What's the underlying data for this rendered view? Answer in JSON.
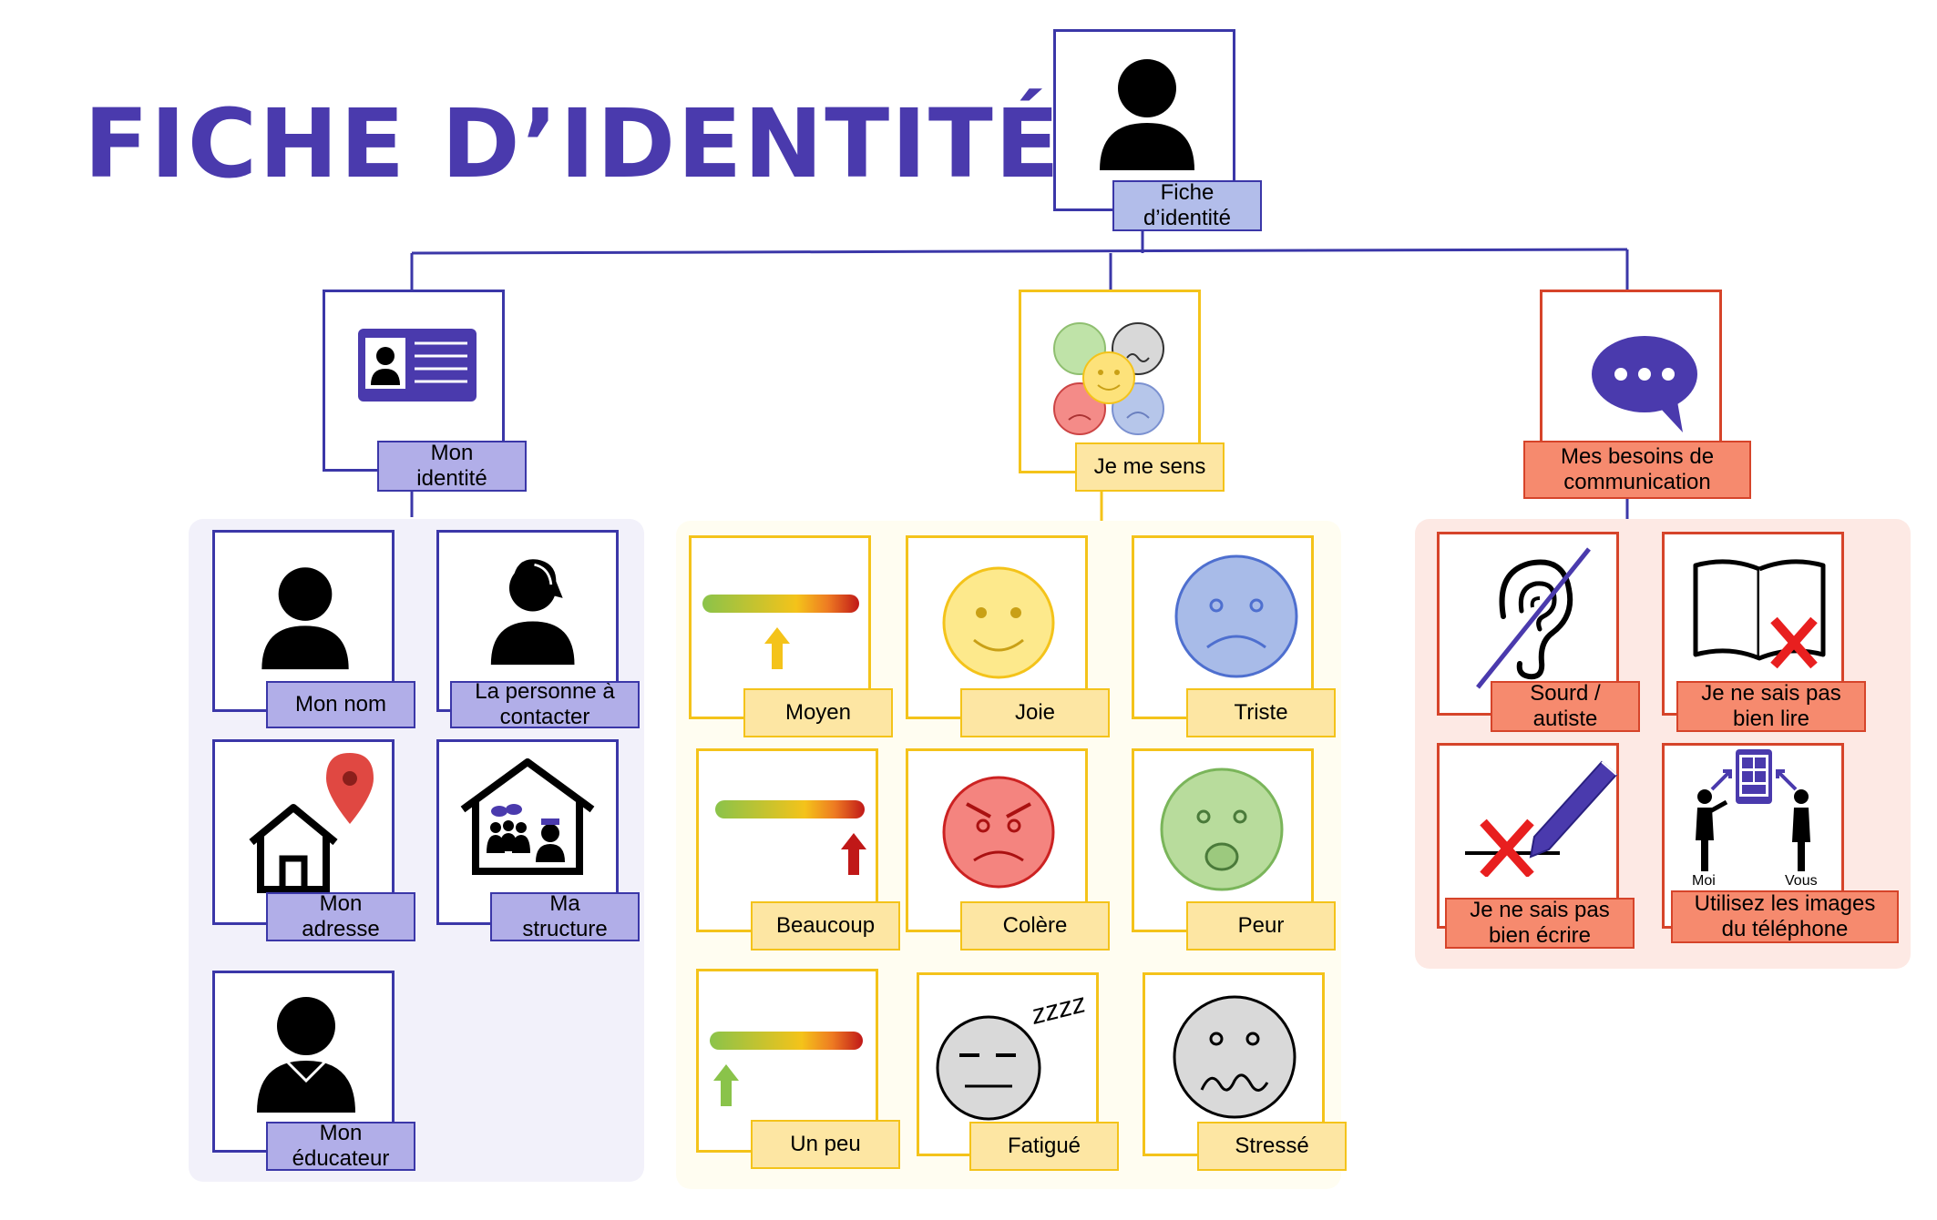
{
  "title": "FICHE D’IDENTITÉ",
  "colors": {
    "title": "#4a3aad",
    "identity_accent": "#3b37a8",
    "feelings_accent": "#f4c31a",
    "communication_accent": "#d6442a"
  },
  "root": {
    "label": "Fiche\nd’identité",
    "icon": "person-icon"
  },
  "branches": {
    "identity": {
      "label": "Mon\nidentité",
      "icon": "id-card-icon",
      "items": [
        {
          "label": "Mon nom",
          "icon": "person-icon"
        },
        {
          "label": "La personne à\ncontacter",
          "icon": "woman-contact-icon"
        },
        {
          "label": "Mon\nadresse",
          "icon": "house-location-icon"
        },
        {
          "label": "Ma\nstructure",
          "icon": "structure-house-icon"
        },
        {
          "label": "Mon\néducateur",
          "icon": "educator-icon"
        }
      ]
    },
    "feelings": {
      "label": "Je me sens",
      "icon": "emotions-icon",
      "items": [
        {
          "label": "Moyen",
          "icon": "intensity-medium-icon"
        },
        {
          "label": "Joie",
          "icon": "happy-face-icon"
        },
        {
          "label": "Triste",
          "icon": "sad-face-icon"
        },
        {
          "label": "Beaucoup",
          "icon": "intensity-high-icon"
        },
        {
          "label": "Colère",
          "icon": "angry-face-icon"
        },
        {
          "label": "Peur",
          "icon": "scared-face-icon"
        },
        {
          "label": "Un peu",
          "icon": "intensity-low-icon"
        },
        {
          "label": "Fatigué",
          "icon": "tired-face-icon"
        },
        {
          "label": "Stressé",
          "icon": "stressed-face-icon"
        }
      ]
    },
    "communication": {
      "label": "Mes besoins de\ncommunication",
      "icon": "speech-bubble-icon",
      "items": [
        {
          "label": "Sourd /\nautiste",
          "icon": "deaf-ear-icon"
        },
        {
          "label": "Je ne sais pas\nbien lire",
          "icon": "no-reading-icon"
        },
        {
          "label": "Je ne sais pas\nbien écrire",
          "icon": "no-writing-icon"
        },
        {
          "label": "Utilisez les images\ndu téléphone",
          "icon": "phone-images-icon",
          "me": "Moi",
          "you": "Vous"
        }
      ]
    }
  }
}
